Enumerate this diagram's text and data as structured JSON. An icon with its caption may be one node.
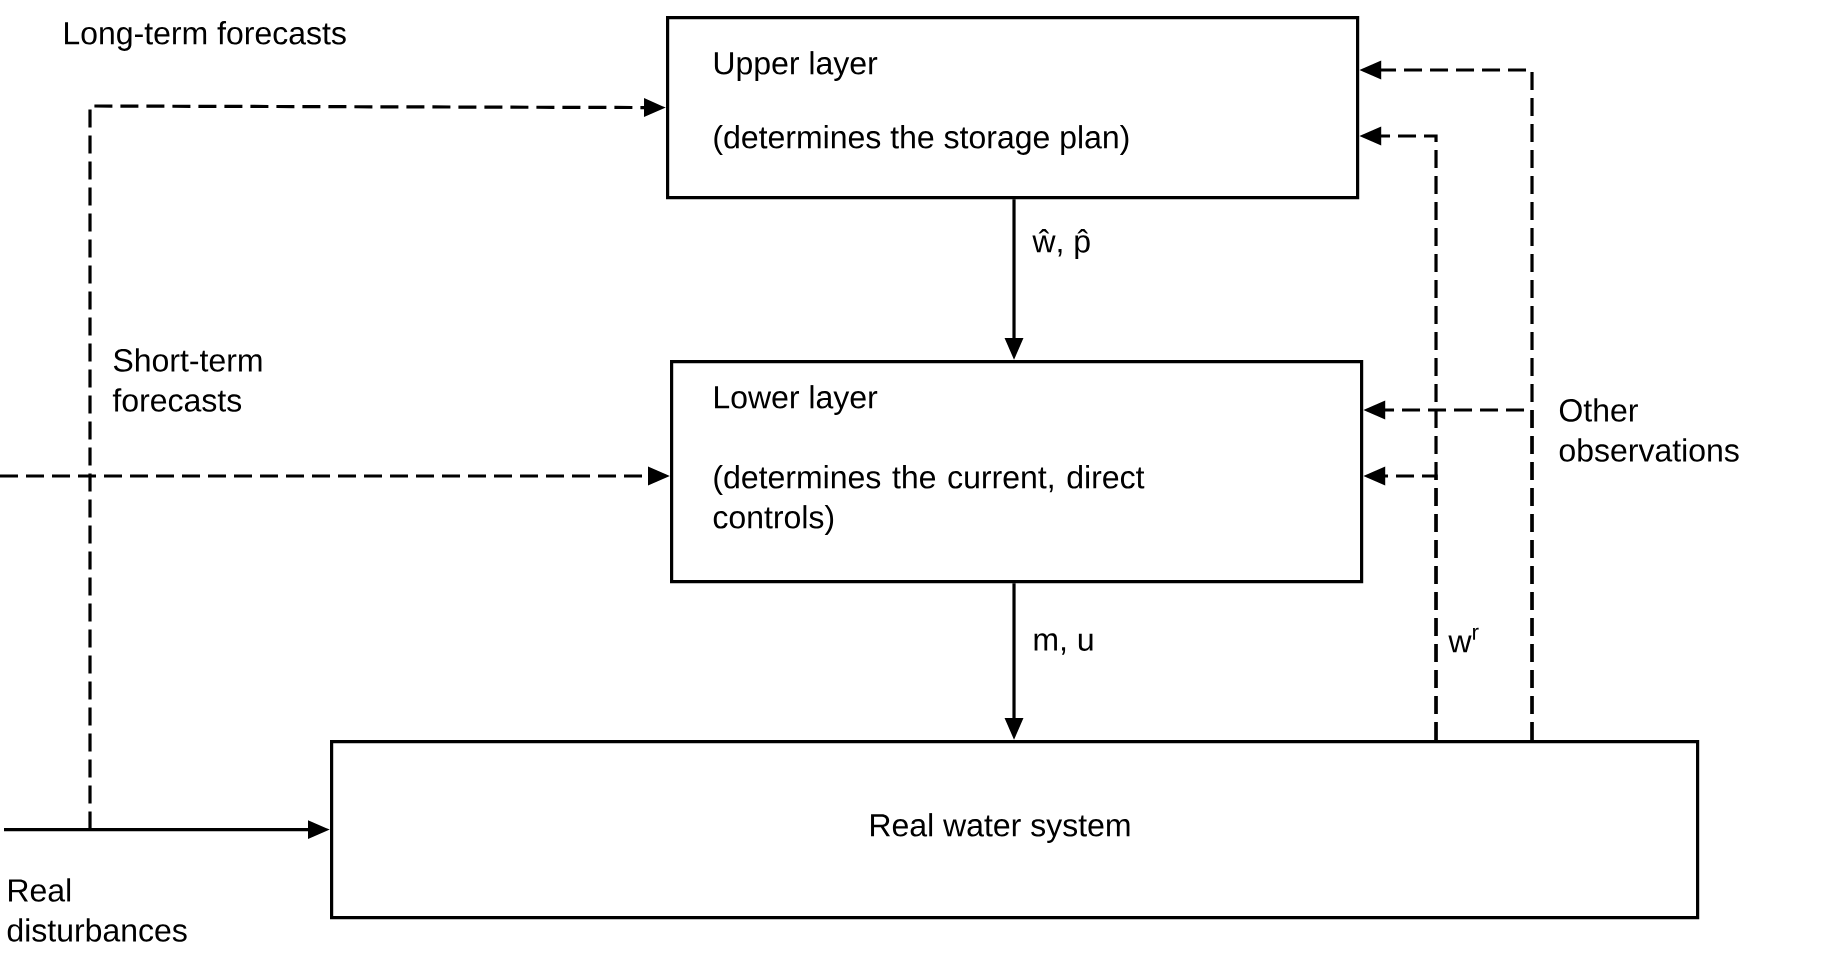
{
  "diagram": {
    "nodes": [
      {
        "text": [
          "Upper layer",
          "(determines the storage plan)"
        ]
      },
      {
        "text": [
          "Lower layer",
          "(determines the current, direct controls)"
        ]
      },
      {
        "text": [
          "Real water system"
        ]
      },
      {
        "text": [
          "Real disturbances"
        ]
      }
    ],
    "edges": [
      {
        "from": 3,
        "to": 2,
        "arrow": "to"
      },
      {
        "from": 3,
        "to": 0,
        "arrow": "to",
        "style": "dashed",
        "label": "Long-term forecasts"
      },
      {
        "from": null,
        "to": 1,
        "arrow": "to",
        "style": "dashed",
        "label": "Short-term forecasts"
      },
      {
        "from": 0,
        "to": 1,
        "arrow": "to",
        "label": "ŵ, p̂"
      },
      {
        "from": 1,
        "to": 2,
        "arrow": "to",
        "label": "m, u"
      },
      {
        "from": 2,
        "to": 0,
        "arrow": "to",
        "style": "dashed",
        "label": "w$^{r}$"
      },
      {
        "from": 2,
        "to": 1,
        "arrow": "to",
        "style": "dashed"
      },
      {
        "from": 2,
        "to": 0,
        "arrow": "to",
        "style": "dashed",
        "label": "Other observations"
      },
      {
        "from": 2,
        "to": 1,
        "arrow": "to",
        "style": "dashed"
      }
    ]
  }
}
